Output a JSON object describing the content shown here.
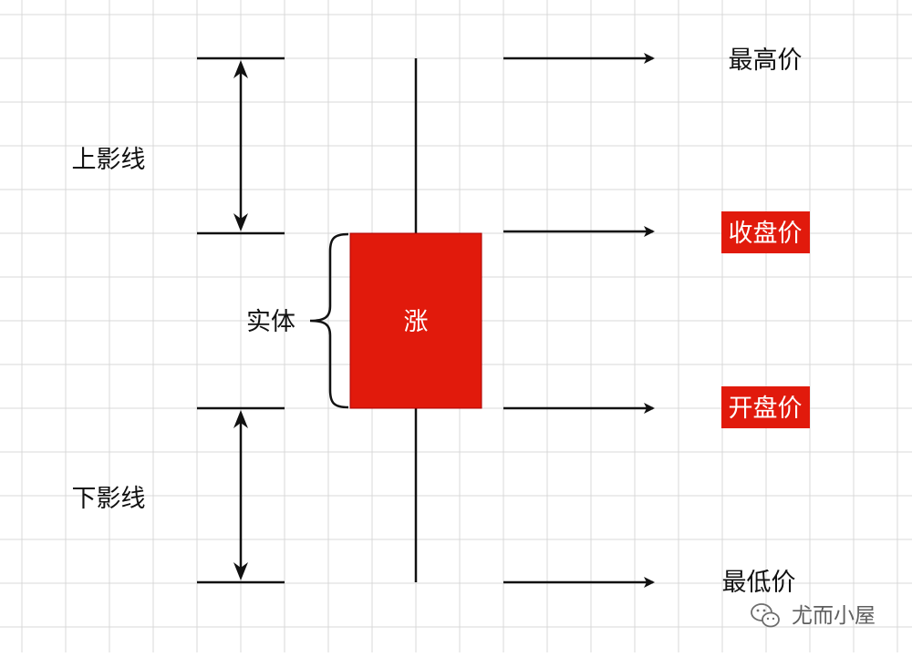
{
  "labels": {
    "upper_shadow": "上影线",
    "lower_shadow": "下影线",
    "body": "实体",
    "candle_text": "涨",
    "high_price": "最高价",
    "close_price": "收盘价",
    "open_price": "开盘价",
    "low_price": "最低价"
  },
  "watermark": {
    "text": "尤而小屋",
    "icon": "wechat-icon"
  },
  "colors": {
    "candle_fill": "#e11a0c",
    "highlight_fill": "#e11a0c",
    "line": "#111111",
    "grid": "#d9d9d9",
    "background": "#ffffff"
  }
}
